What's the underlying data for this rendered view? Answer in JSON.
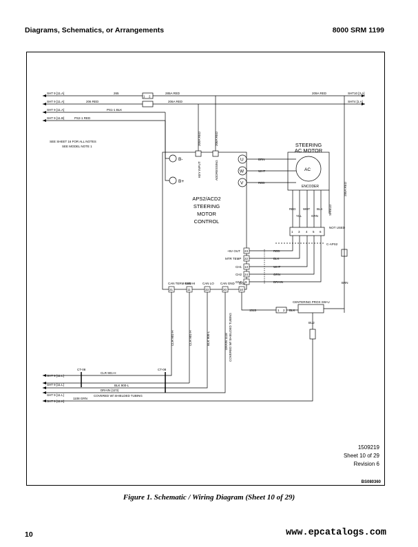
{
  "header": {
    "left_title": "Diagrams, Schematics, or Arrangements",
    "right_title": "8000 SRM 1199"
  },
  "diagram": {
    "sheet_refs_left": [
      "SHT 9 [11.A]",
      "SHT 9 [11.A]",
      "SHT 9 [11.A]",
      "SHT 9 [11.B]"
    ],
    "sheet_refs_right": [
      "SHT10 [3.A]",
      "SHT4 [1.A]"
    ],
    "sheet_refs_bottom": [
      "SHT 9 [11.L]",
      "SHT 9 [11.L]",
      "SHT 9 [11.L]",
      "SHT 9 [11.K]"
    ],
    "wire_labels_top": [
      "265",
      "285A RED",
      "209A RED",
      "206 RED",
      "206A RED",
      "PS1-1 BLK",
      "PS2-1 RED"
    ],
    "connector_pins_top": [
      "1",
      "2"
    ],
    "notes": [
      "SEE SHEET 16 FOR ALL NOTES",
      "SEE MODEL NOTE 1"
    ],
    "vertical_wire_labels": [
      "209A RED",
      "206A RED"
    ],
    "vertical_pin_labels": [
      "KEY INPUT",
      "ADDRESSING"
    ],
    "controller": {
      "terminal_b_minus": "B-",
      "terminal_b_plus": "B+",
      "title_lines": [
        "APS2/ACD2",
        "STEERING",
        "MOTOR",
        "CONTROL"
      ],
      "pins": [
        "+5V OUT",
        "MTR TEMP",
        "CH1",
        "CH2",
        "GND"
      ],
      "pin_numbers": [
        "23",
        "22",
        "13",
        "24",
        "9"
      ],
      "bottom_pins": [
        "CAN TERM RED",
        "CAN HI",
        "CAN LO",
        "CAN GND",
        "DG1"
      ],
      "bottom_pin_numbers": [
        "21",
        "11",
        "33",
        "20",
        "10"
      ]
    },
    "motor": {
      "title_lines": [
        "STEERING",
        "AC MOTOR"
      ],
      "phases": [
        "U",
        "W",
        "V"
      ],
      "phase_wires": [
        "BRN",
        "WHT",
        "RED"
      ],
      "center_label": "AC",
      "encoder_label": "ENCODER"
    },
    "encoder_wires": [
      "RED",
      "WHT",
      "BLK",
      "YLL",
      "GRN",
      "SHIELD"
    ],
    "encoder_pins": [
      "1",
      "3",
      "4",
      "5",
      "6"
    ],
    "encoder_connector": "C-APS2",
    "not_used_label": "NOT USED",
    "output_wires": [
      "RED",
      "BLK",
      "WHT",
      "GRN",
      "DRAIN"
    ],
    "right_vertical_wire": "285A RED",
    "brn_label": "BRN",
    "centering_prox": "CENTERING PROX SW-U",
    "prox_wire": "1515",
    "prox_blk": "BLK",
    "prox_pins": [
      "1",
      "2"
    ],
    "bu2_label": "BU2",
    "bottom_vertical_wires": [
      "CLR 901-H",
      "CLR 901-H",
      "BLK 900-L",
      "DRAIN 1118"
    ],
    "shielded_note": "COVERED W/ SHIELDED TUBING",
    "ct_labels": [
      "CT-08",
      "CT-08"
    ],
    "bottom_wires": [
      "CLR 901-H",
      "BLK 900-L",
      "DRAIN (11'0)",
      "1108 GRN"
    ],
    "bottom_note": "COVERED W/ SHIELDED TUBING",
    "ref_block": [
      "1509219",
      "Sheet 10 of 29",
      "Revision 6"
    ],
    "code": "BS080360"
  },
  "caption": "Figure 1.  Schematic / Wiring Diagram (Sheet 10 of 29)",
  "footer": {
    "page_number": "10",
    "watermark": "www.epcatalogs.com"
  }
}
